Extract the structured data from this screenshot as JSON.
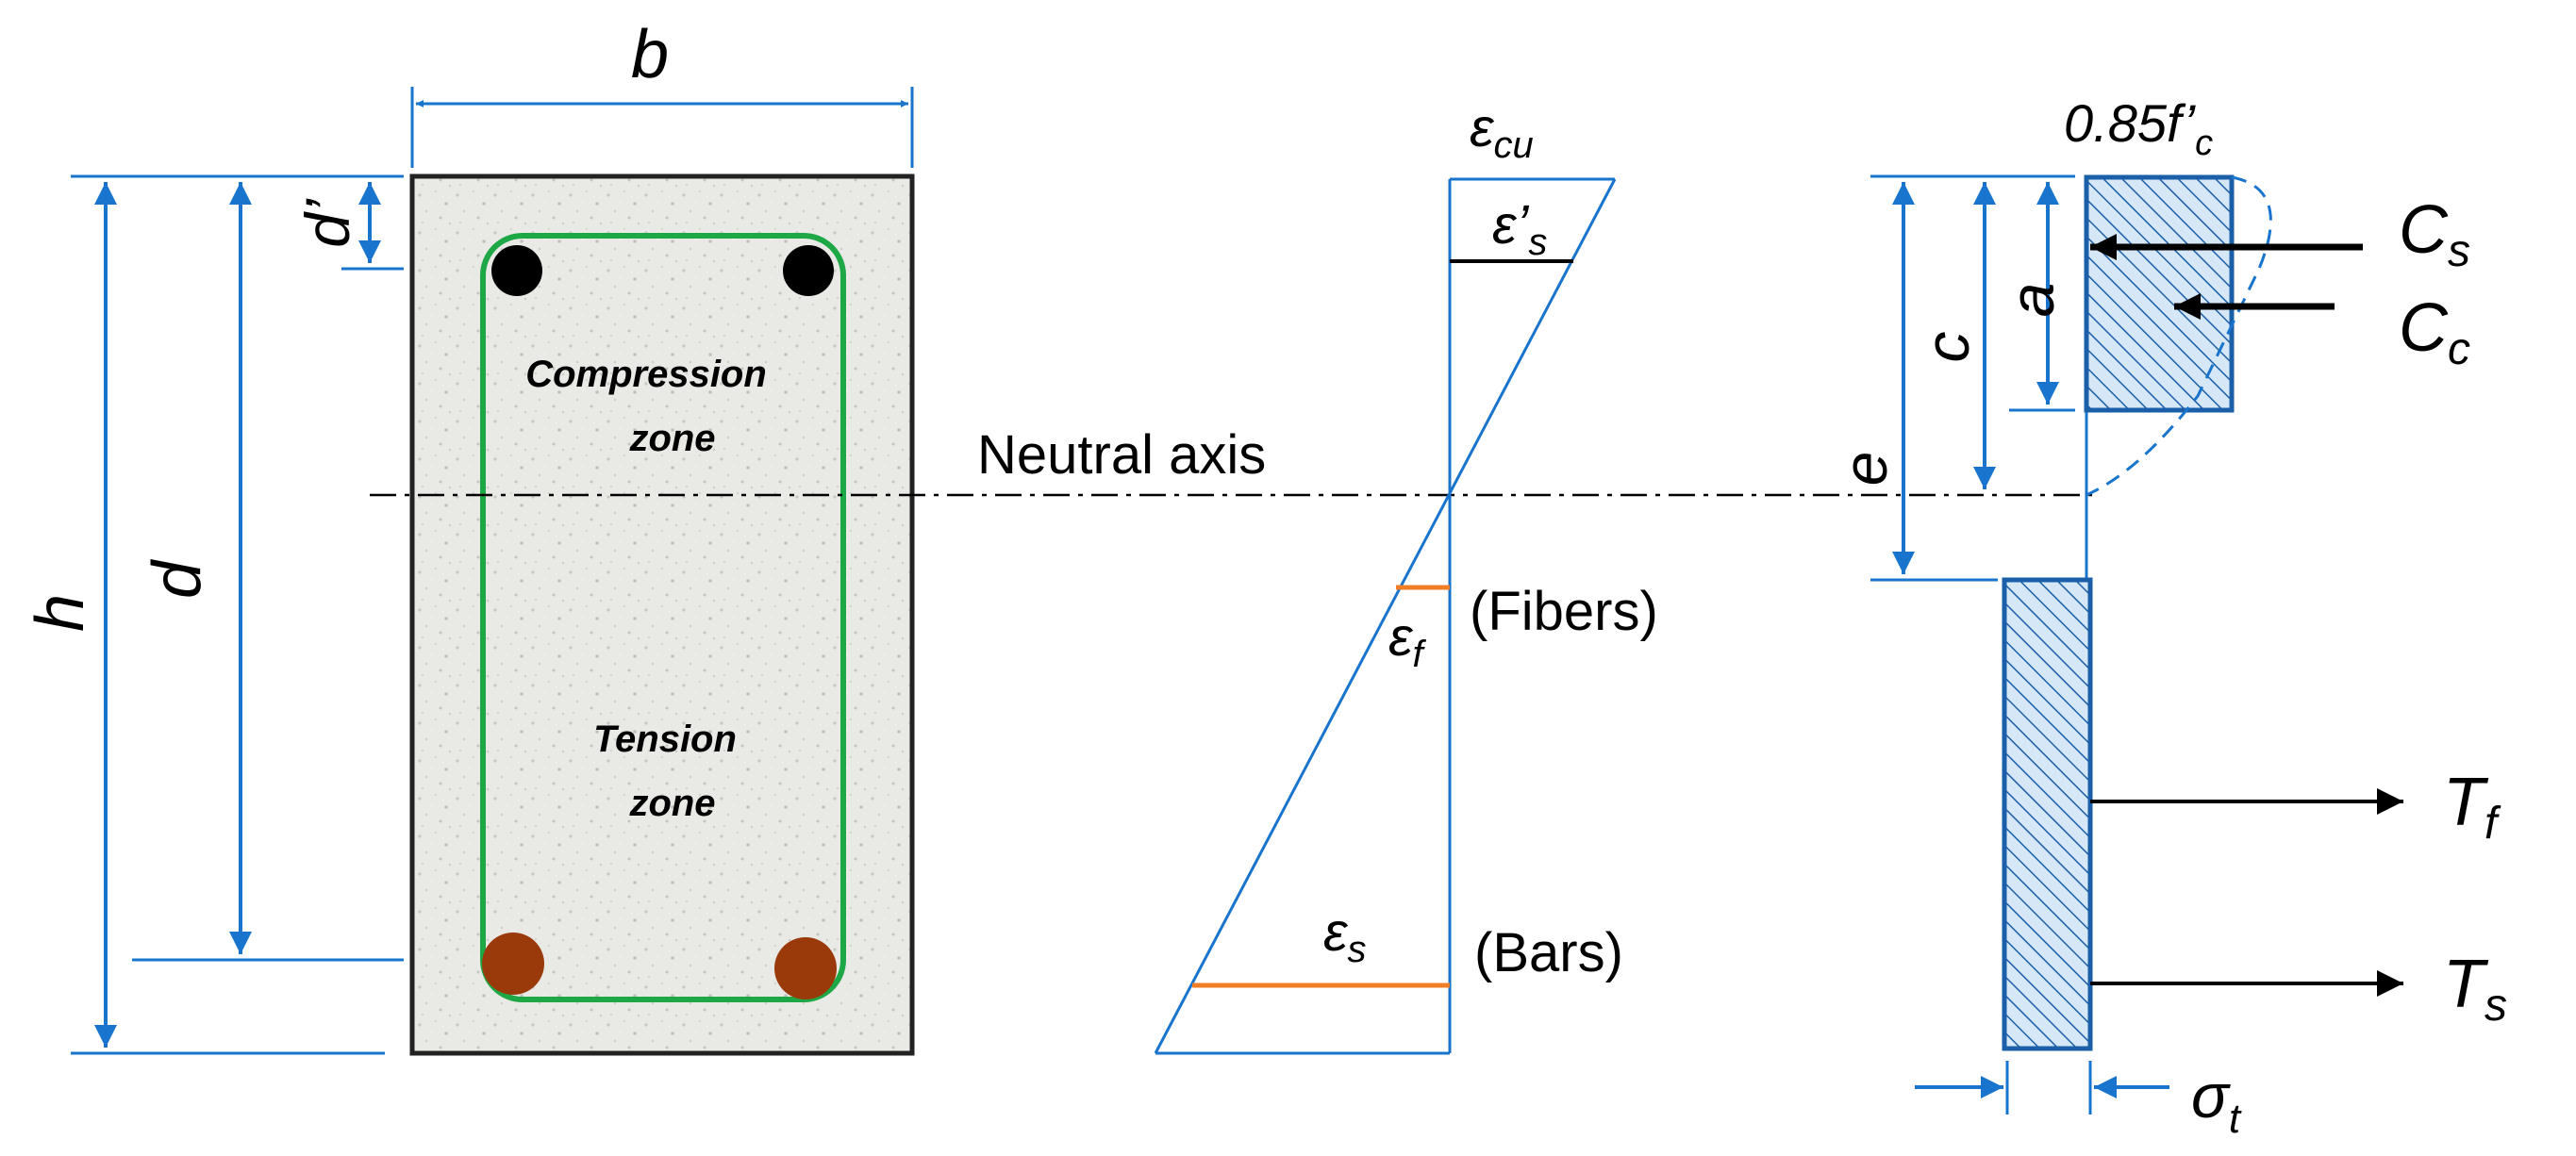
{
  "colors": {
    "dimension": "#1874CD",
    "stirrup": "#1DA845",
    "compression_bar": "#000000",
    "tension_bar": "#9A3A0A",
    "strain_marker": "#F07E26",
    "concrete_fill": "#E9E9E6",
    "hatch": "#1A5FA8",
    "stress_block_fill": "#D6E8F7"
  },
  "section": {
    "width_label": "b",
    "height_label": "h",
    "effective_depth_label": "d",
    "cover_label": "d’",
    "compression_zone": [
      "Compression",
      "zone"
    ],
    "tension_zone": [
      "Tension",
      "zone"
    ]
  },
  "neutral_axis": {
    "label": "Neutral axis"
  },
  "strain": {
    "ultimate": {
      "symbol": "ε",
      "sub": "cu"
    },
    "compression_steel": {
      "symbol": "ε’",
      "sub": "s"
    },
    "fiber": {
      "symbol": "ε",
      "sub": "f",
      "label": "(Fibers)"
    },
    "steel": {
      "symbol": "ε",
      "sub": "s",
      "label": "(Bars)"
    }
  },
  "stress": {
    "concrete_stress": {
      "text": "0.85f’",
      "sub": "c"
    },
    "depth_a": "a",
    "depth_c": "c",
    "depth_e": "e",
    "tensile_stress": {
      "symbol": "σ",
      "sub": "t"
    }
  },
  "forces": {
    "compression_steel": {
      "symbol": "C",
      "sub": "s"
    },
    "compression_concrete": {
      "symbol": "C",
      "sub": "c"
    },
    "tension_fibers": {
      "symbol": "T",
      "sub": "f"
    },
    "tension_steel": {
      "symbol": "T",
      "sub": "s"
    }
  }
}
